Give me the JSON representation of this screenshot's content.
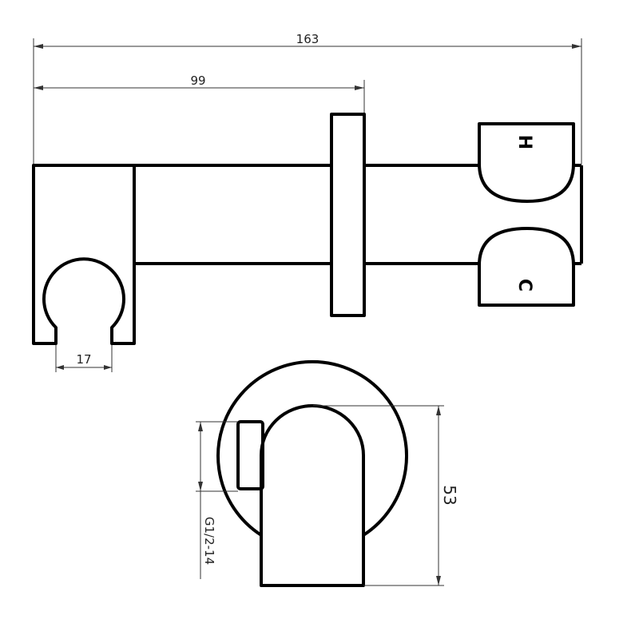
{
  "drawing": {
    "dimensions": {
      "overall_length": "163",
      "flange_position": "99",
      "holder_opening": "17",
      "body_height": "53",
      "thread": "G1/2-14"
    },
    "handle_labels": {
      "hot": "H",
      "cold": "C"
    }
  }
}
